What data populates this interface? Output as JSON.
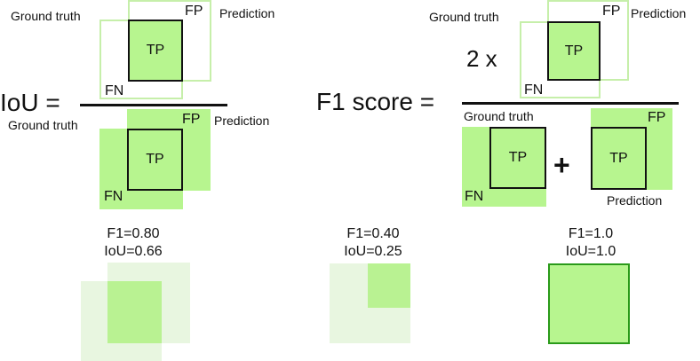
{
  "iou_figure": {
    "label_lhs": "IoU =",
    "numerator": {
      "ground_truth": "Ground truth",
      "prediction": "Prediction",
      "tp": "TP",
      "fp": "FP",
      "fn": "FN"
    },
    "denominator": {
      "ground_truth": "Ground truth",
      "prediction": "Prediction",
      "tp": "TP",
      "fp": "FP",
      "fn": "FN"
    }
  },
  "f1_figure": {
    "label_lhs": "F1 score =",
    "multiplier": "2 x",
    "numerator": {
      "ground_truth": "Ground truth",
      "prediction": "Prediction",
      "tp": "TP",
      "fp": "FP",
      "fn": "FN"
    },
    "denominator_left": {
      "ground_truth": "Ground truth",
      "tp": "TP",
      "fn": "FN"
    },
    "plus": "+",
    "denominator_right": {
      "prediction": "Prediction",
      "tp": "TP",
      "fp": "FP"
    }
  },
  "examples": [
    {
      "f1": "F1=0.80",
      "iou": "IoU=0.66"
    },
    {
      "f1": "F1=0.40",
      "iou": "IoU=0.25"
    },
    {
      "f1": "F1=1.0",
      "iou": "IoU=1.0"
    }
  ],
  "colors": {
    "overlap_fill": "#b7f58f",
    "outline_light": "#c6efaa",
    "faint_fill": "#e8f6e0",
    "strong_outline": "#2a9a1a",
    "text": "#111111"
  }
}
